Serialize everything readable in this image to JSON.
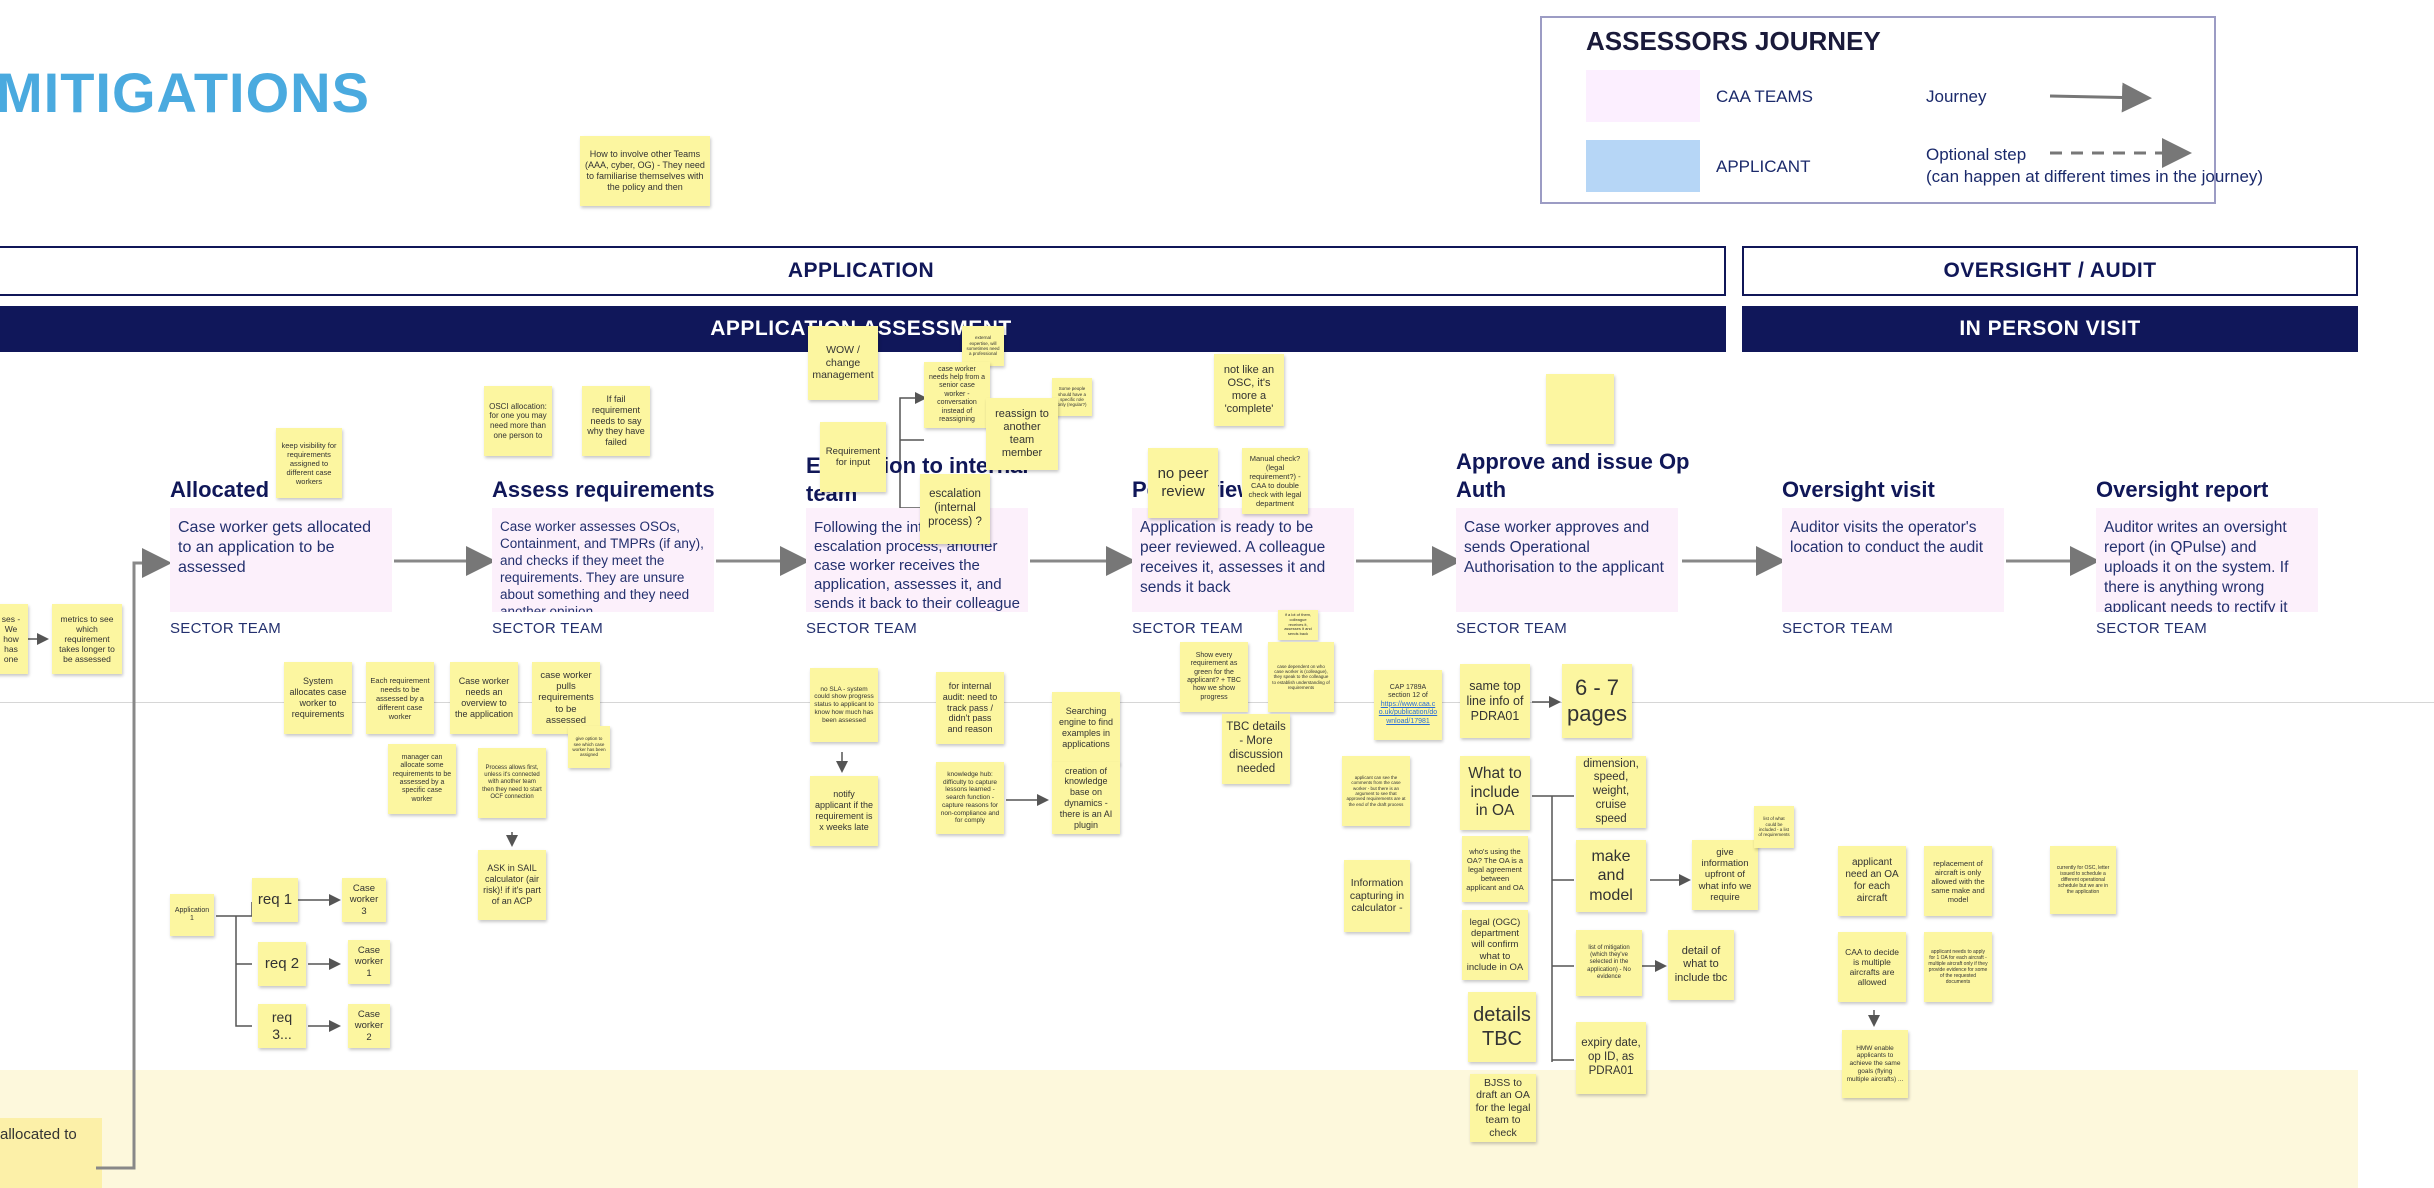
{
  "board": {
    "title": "MITIGATIONS",
    "allocated_to": "allocated to"
  },
  "legend": {
    "title": "ASSESSORS JOURNEY",
    "caa_teams": "CAA TEAMS",
    "applicant": "APPLICANT",
    "journey": "Journey",
    "optional_step": "Optional step",
    "optional_note": "(can happen at different times in the journey)",
    "colors": {
      "caa_teams": "#fcefff",
      "applicant": "#b6d6f6"
    }
  },
  "phases": {
    "application": "APPLICATION",
    "oversight": "OVERSIGHT / AUDIT",
    "application_assessment": "APPLICATION ASSESSMENT",
    "in_person_visit": "IN PERSON VISIT"
  },
  "steps": [
    {
      "title": "Allocated",
      "body": "Case worker gets allocated to an application to be assessed",
      "team": "SECTOR TEAM"
    },
    {
      "title": "Assess requirements",
      "body": "Case worker assesses OSOs, Containment, and TMPRs (if any), and checks if they meet the requirements. They are unsure about something and they need another opinion",
      "team": "SECTOR TEAM"
    },
    {
      "title": "Escalation to internal team",
      "body": "Following the internal escalation process, another case worker receives the application, assesses it, and sends it back to their colleague who approves it",
      "team": "SECTOR TEAM"
    },
    {
      "title": "Peer review",
      "body": "Application is ready to be peer reviewed. A colleague receives it, assesses it and sends it back",
      "team": "SECTOR TEAM"
    },
    {
      "title": "Approve and issue Op Auth",
      "body": "Case worker approves and sends Operational Authorisation to the applicant",
      "team": "SECTOR TEAM"
    },
    {
      "title": "Oversight visit",
      "body": "Auditor visits the operator's location to conduct the audit",
      "team": "SECTOR TEAM"
    },
    {
      "title": "Oversight report",
      "body": "Auditor writes an oversight report (in QPulse) and uploads it on the system. If there is anything wrong applicant needs to rectify it",
      "team": "SECTOR TEAM"
    }
  ],
  "notes": {
    "involve_teams": "How to involve other Teams (AAA, cyber, OG) - They need to familiarise themselves with the policy and then",
    "keep_visibility": "keep visibility for requirements assigned to different case workers",
    "osci_allocation": "OSCI allocation: for one you may need more than one person to",
    "if_fail": "If fail requirement needs to say why they have failed",
    "wow": "WOW / change management",
    "external_expertise": "external expertise, will sometimes need a professional",
    "case_worker_needs_help": "case worker needs help from a senior case worker - conversation instead of reassigning",
    "some_people": "Some people should have a specific role only (regular?)",
    "reassign": "reassign to another team member",
    "requirement_input": "Requirement for input",
    "escalation_internal": "escalation (internal process) ?",
    "not_like_osc": "not like an OSC, it's more a 'complete'",
    "no_peer_review": "no peer review",
    "manual_check": "Manual check? (legal requirement?) - CAA to double check with legal department",
    "blank": "",
    "metrics": "metrics to see which requirement takes longer to be assessed",
    "left_cut": "ses - We how has one",
    "system_allocates": "System allocates case worker to requirements",
    "each_requirement": "Each requirement needs to be assessed by a different case worker",
    "overview": "Case worker needs an overview to the application",
    "pulls_requirements": "case worker pulls requirements to be assessed",
    "give_option": "give option to see which case worker has been assigned",
    "manager_allocate": "manager can allocate some requirements to be assessed by a specific case worker",
    "process_allows": "Process allows first, unless it's connected with another team then they need to start OCF connection",
    "ask_sail": "ASK in SAIL calculator (air risk)! if it's part of an ACP",
    "no_sla": "no SLA - system could show progress status to applicant to know how much has been assessed",
    "notify_applicant": "notify applicant if the requirement is x weeks late",
    "internal_audit": "for internal audit: need to track pass / didn't pass and reason",
    "knowledge_hub": "knowledge hub: difficulty to capture lessons learned - search function - capture reasons for non-compliance and for comply",
    "search_engine": "Searching engine to find examples in applications",
    "knowledge_base": "creation of knowledge base on dynamics - there is an AI plugin",
    "show_every": "Show every requirement as green for the applicant? + TBC how we show progress",
    "peer_small_a": "if a lot of them, colleague receives it, assesses it and sends back",
    "peer_small_b": "case dependent on who case worker is (colleague), they speak to the colleague to establish understanding of requirements",
    "tbc_details": "TBC details - More discussion needed",
    "cap_note": "CAP 1789A section 12 of",
    "cap_link": "https://www.caa.co.uk/publication/download/17981",
    "applicant_info": "applicant can see the comments from the case worker - but there is an argument to see that approved requirements are at the end of the draft process",
    "info_calculator": "Information capturing in calculator -",
    "same_top_line": "same top line info of PDRA01",
    "six_seven_pages": "6 - 7 pages",
    "what_include": "What to include in OA",
    "whos_using": "who's using the OA? The OA is a legal agreement between applicant and OA",
    "legal_ogc": "legal (OGC) department will confirm what to include in OA",
    "details_tbc": "details TBC",
    "bjss_draft": "BJSS to draft an OA for the legal team to check",
    "dimension": "dimension, speed, weight, cruise speed",
    "make_model": "make and model",
    "list_mitigation": "list of mitigation (which they've selected in the application) - No evidence",
    "expiry_date": "expiry date, op ID, as PDRA01",
    "give_information": "give information upfront of what info we require",
    "detail_include": "detail of what to include tbc",
    "small_list": "list of what could be included - a list of requirements",
    "applicant_oa": "applicant need an OA for each aircraft",
    "replacement": "replacement of aircraft is only allowed with the same make and model",
    "caa_decide": "CAA to decide is multiple aircrafts are allowed",
    "applicant_apply": "applicant needs to apply for 1 OA for each aircraft - multiple aircraft only if they provide evidence for some of the requested documents",
    "hmw_enable": "HMW enable applicants to achieve the same goals (flying multiple aircrafts) ...",
    "currently_osc": "currently for OSC, letter issued to schedule a different operational schedule but we are in the application",
    "application_1": "Application 1",
    "req_1": "req 1",
    "req_2": "req 2",
    "req_3": "req 3...",
    "cw_3": "Case worker 3",
    "cw_1": "Case worker 1",
    "cw_2": "Case worker 2"
  }
}
